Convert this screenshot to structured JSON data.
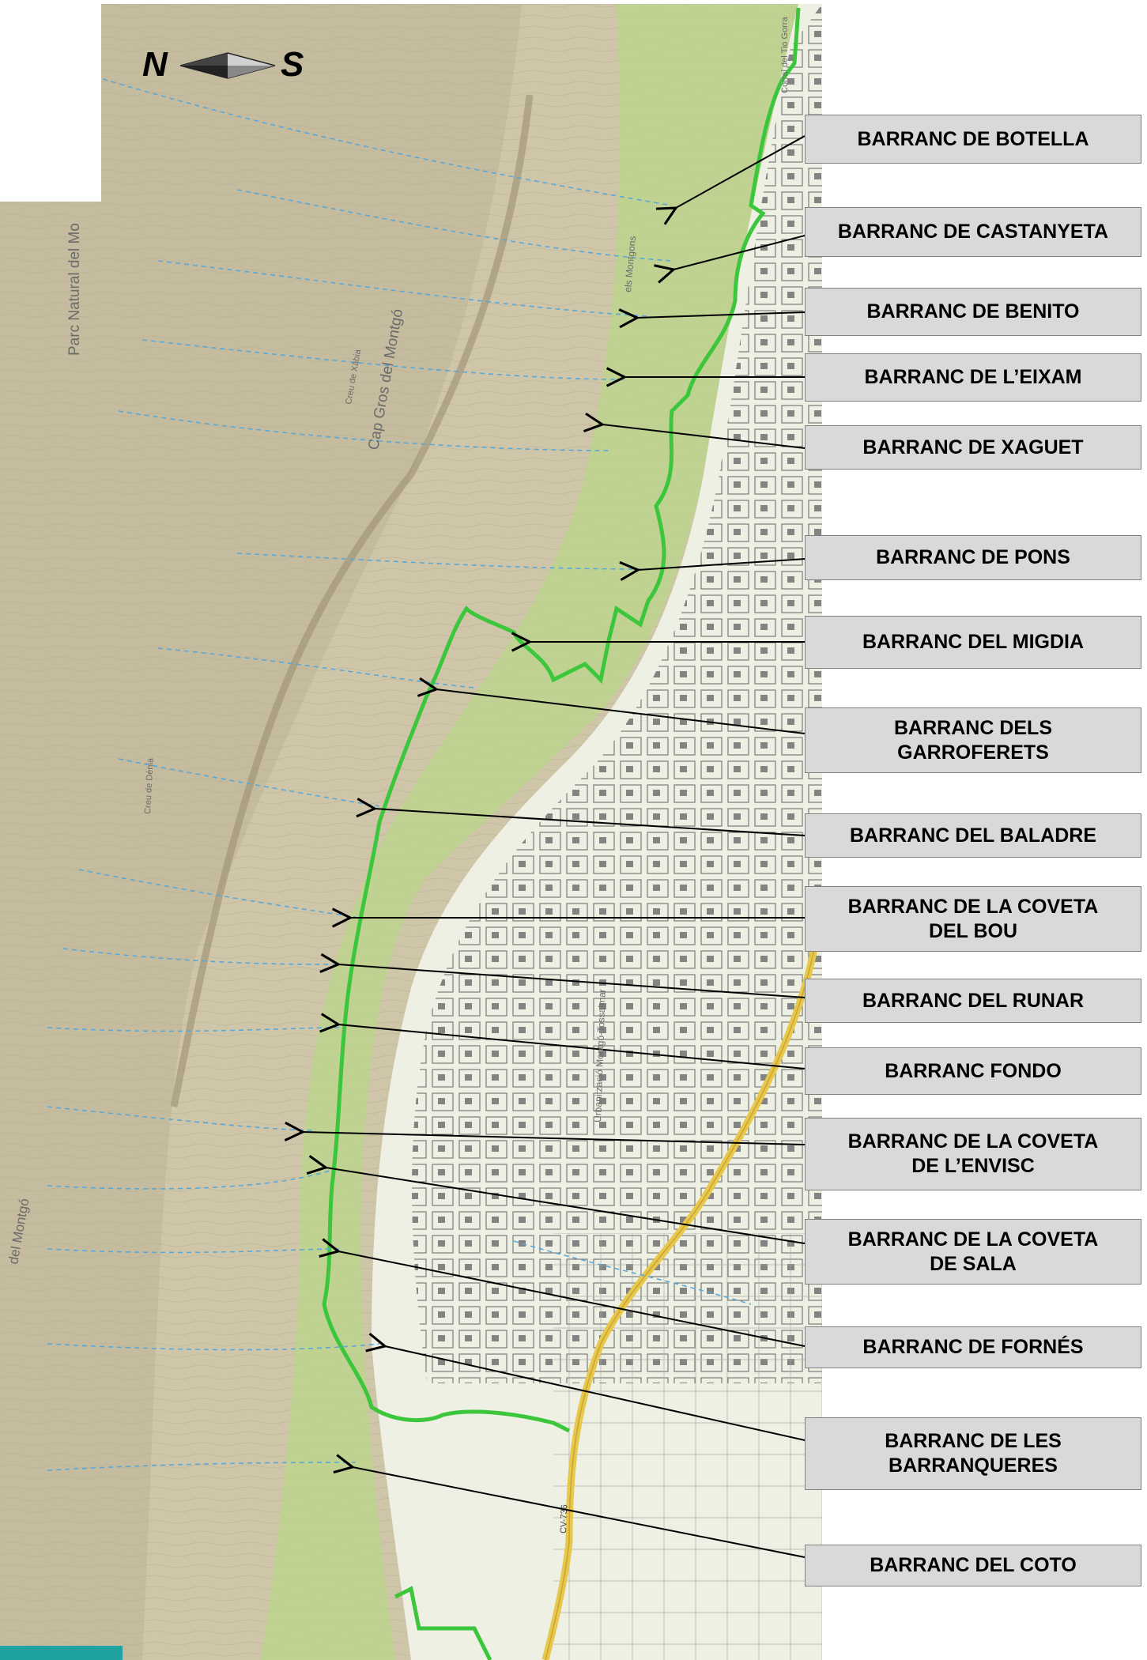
{
  "compass": {
    "north": "N",
    "south": "S",
    "icon": "compass-icon"
  },
  "map_text": {
    "park": "Parc Natural del Mo",
    "peak": "Cap Gros del Montgó",
    "creu_xabia": "Creu de Xàbia",
    "creu_denia": "Creu de Dénia",
    "montgons": "els Montgons",
    "corral": "Corral del Tio Gorra",
    "urbanitzacio": "Urbanització Montgó-Tossalmar",
    "montgo_left": "del Montgó",
    "road": "CV-736"
  },
  "colors": {
    "boundary": "#3cc63c",
    "road": "#e8c84a",
    "terrain_green": "#bcd48e",
    "terrain_brown": "#b7ad93",
    "label_bg": "#d9d9d9",
    "accent_corner": "#20a3a0"
  },
  "labels": [
    {
      "text": "BARRANC DE BOTELLA"
    },
    {
      "text": "BARRANC DE CASTANYETA"
    },
    {
      "text": "BARRANC DE BENITO"
    },
    {
      "text": "BARRANC DE L’EIXAM"
    },
    {
      "text": "BARRANC DE XAGUET"
    },
    {
      "text": "BARRANC DE PONS"
    },
    {
      "text": "BARRANC DEL  MIGDIA"
    },
    {
      "text": "BARRANC DELS\nGARROFERETS"
    },
    {
      "text": "BARRANC DEL BALADRE"
    },
    {
      "text": "BARRANC DE LA COVETA\nDEL BOU"
    },
    {
      "text": "BARRANC DEL RUNAR"
    },
    {
      "text": "BARRANC FONDO"
    },
    {
      "text": "BARRANC DE LA COVETA\nDE L’ENVISC"
    },
    {
      "text": "BARRANC DE LA COVETA\nDE SALA"
    },
    {
      "text": "BARRANC DE FORNÉS"
    },
    {
      "text": "BARRANC DE LES\nBARRANQUERES"
    },
    {
      "text": "BARRANC DEL COTO"
    }
  ]
}
